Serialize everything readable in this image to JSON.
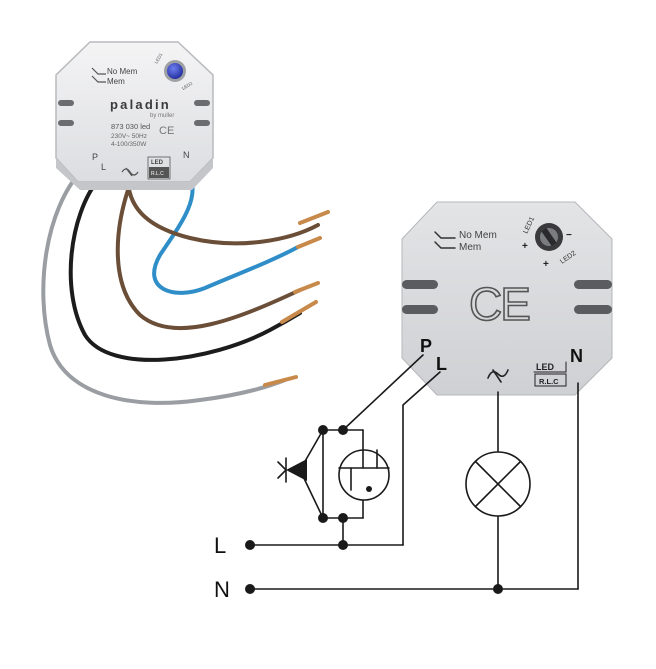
{
  "product": {
    "brand": "paladin",
    "brand_sub": "by muller",
    "option_no_mem": "No Mem",
    "option_mem": "Mem",
    "reference": "873 030 led",
    "voltage": "230V~ 50Hz",
    "power": "4-100/350W",
    "knob_label_led1": "LED1",
    "knob_label_led2": "LED2",
    "terminal_p": "P",
    "terminal_l": "L",
    "terminal_n": "N",
    "badge_led": "LED",
    "badge_rlc": "R.L.C",
    "ce_mark": "CE"
  },
  "schematic": {
    "option_no_mem": "No Mem",
    "option_mem": "Mem",
    "knob_label_led1": "LED1",
    "knob_label_led2": "LED2",
    "knob_plus": "+",
    "knob_minus": "−",
    "knob_plus2": "+",
    "ce_mark": "CE",
    "terminal_p": "P",
    "terminal_l": "L",
    "terminal_n": "N",
    "badge_led": "LED",
    "badge_rlc": "R.L.C",
    "supply_l": "L",
    "supply_n": "N"
  },
  "colors": {
    "wire_blue": "#2f8ec8",
    "wire_brown": "#6b4e37",
    "wire_black": "#1c1c1c",
    "wire_grey": "#9a9ea3",
    "copper": "#c88a4a",
    "knob_blue": "#3347c9",
    "module_face": "#d8d9db",
    "line": "#1a1a1a"
  }
}
